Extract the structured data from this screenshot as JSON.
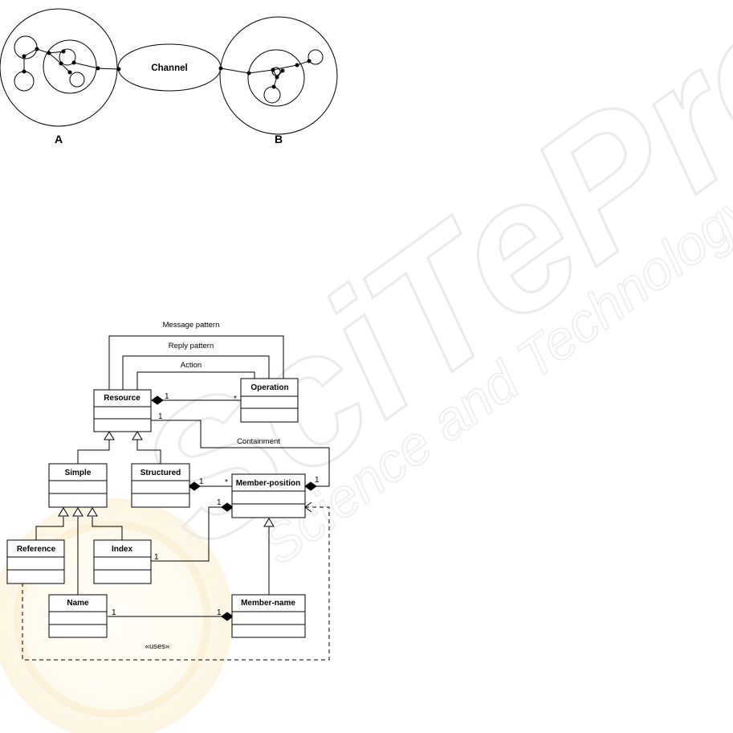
{
  "watermark": {
    "logo_text": "SciTePress",
    "tagline": "Science and Technology Publications"
  },
  "top_diagram": {
    "channel_label": "Channel",
    "node_a_label": "A",
    "node_b_label": "B"
  },
  "uml": {
    "classes": {
      "resource": "Resource",
      "operation": "Operation",
      "simple": "Simple",
      "structured": "Structured",
      "member_position": "Member-position",
      "reference": "Reference",
      "index": "Index",
      "name": "Name",
      "member_name": "Member-name"
    },
    "relations": {
      "message_pattern": "Message pattern",
      "reply_pattern": "Reply pattern",
      "action": "Action",
      "containment": "Containment",
      "uses": "«uses»"
    },
    "multiplicities": {
      "resource_operation_one": "1",
      "resource_operation_many": "*",
      "resource_containment_one": "1",
      "member_position_containment_one": "1",
      "structured_member_one": "1",
      "structured_member_many": "*",
      "index_member_one": "1",
      "member_position_index_one": "1",
      "name_member_one": "1",
      "member_name_one": "1"
    }
  }
}
